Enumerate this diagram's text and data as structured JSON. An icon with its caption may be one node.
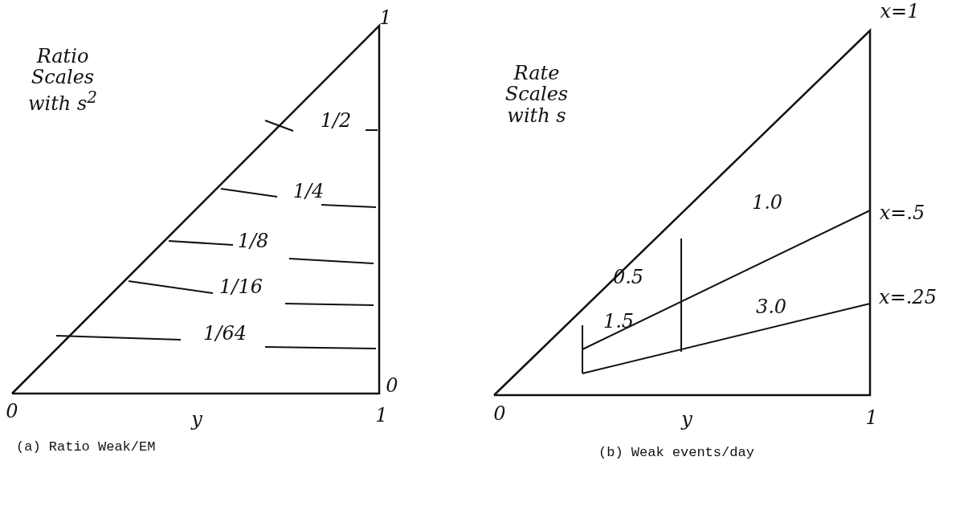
{
  "diagram": {
    "labels": [
      "1",
      "Ratio Scales with s$^{2}$",
      "1/2",
      "1/4",
      "1/8",
      "1/16",
      "1/64",
      "0",
      "0",
      "y",
      "1",
      "Rate Scales with s",
      "x=1",
      "1.0",
      "x=.5",
      "0.5",
      "3.0",
      "x=.25",
      "1.5",
      "0",
      "y",
      "1",
      "(a) Ratio Weak/EM",
      "(b) Weak events/day"
    ]
  }
}
